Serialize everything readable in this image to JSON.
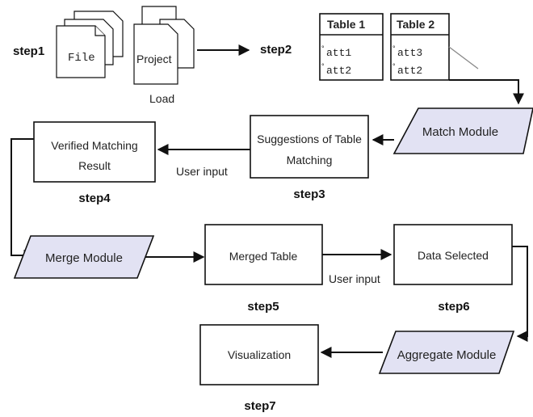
{
  "steps": {
    "step1": "step1",
    "step2": "step2",
    "step3": "step3",
    "step4": "step4",
    "step5": "step5",
    "step6": "step6",
    "step7": "step7"
  },
  "inputs": {
    "file": "File",
    "project": "Project",
    "load": "Load"
  },
  "tables": [
    {
      "title": "Table 1",
      "attributes": [
        "att1",
        "att2"
      ]
    },
    {
      "title": "Table 2",
      "attributes": [
        "att3",
        "att2"
      ]
    }
  ],
  "nodes": {
    "match_module": "Match Module",
    "suggestions_line1": "Suggestions of Table",
    "suggestions_line2": "Matching",
    "verified_line1": "Verified Matching",
    "verified_line2": "Result",
    "merge_module": "Merge Module",
    "merged_table": "Merged Table",
    "data_selected": "Data Selected",
    "aggregate_module": "Aggregate Module",
    "visualization": "Visualization"
  },
  "edge_labels": {
    "user_input_1": "User input",
    "user_input_2": "User input"
  },
  "colors": {
    "module_fill": "#e2e2f3",
    "stroke": "#111111"
  }
}
